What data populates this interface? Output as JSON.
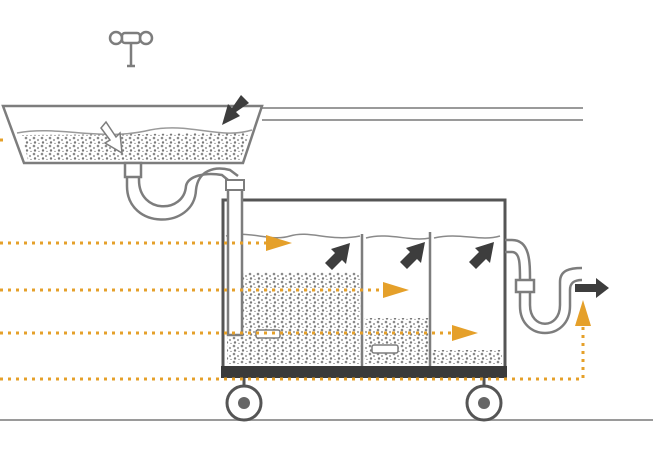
{
  "colors": {
    "background": "#ffffff",
    "line": "#7d7d7d",
    "dark": "#333333",
    "flow_arrow": "#e5a02a",
    "gravel": "#9a9a9a",
    "water": "#c9c9c9"
  },
  "components": {
    "faucet": "faucet-icon",
    "sink": "sink-basin",
    "drain_trap": "p-trap",
    "separator_tank": "grease-separator-tank",
    "wheels": "caster-wheel-icon",
    "outlet": "outlet-arrow-icon"
  },
  "flows": {
    "dotted_flow_lines": 4,
    "dark_arrows": 6
  }
}
